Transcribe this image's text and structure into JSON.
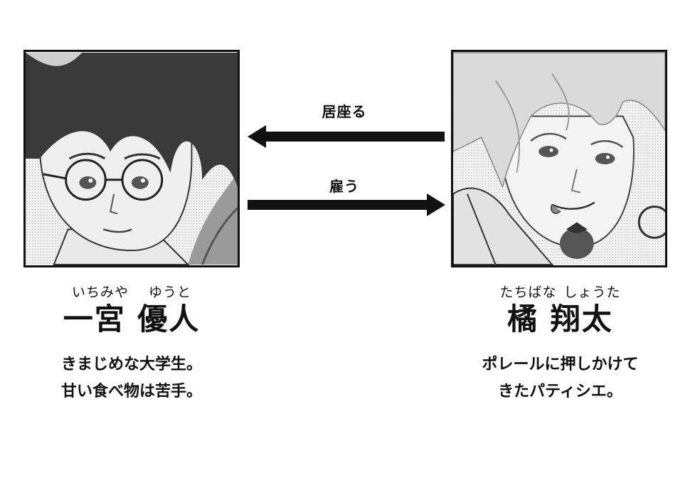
{
  "relationship": {
    "top_arrow_label": "居座る",
    "bottom_arrow_label": "雇う"
  },
  "left_character": {
    "furigana_family": "いちみや",
    "furigana_given": "ゆうと",
    "name": "一宮 優人",
    "description_lines": [
      "きまじめな大学生。",
      "甘い食べ物は苦手。"
    ]
  },
  "right_character": {
    "furigana_family": "たちばな",
    "furigana_given": "しょうた",
    "name": "橘 翔太",
    "description_lines": [
      "ポレールに押しかけて",
      "きたパティシエ。"
    ]
  },
  "colors": {
    "ink": "#111111",
    "background": "#ffffff"
  }
}
